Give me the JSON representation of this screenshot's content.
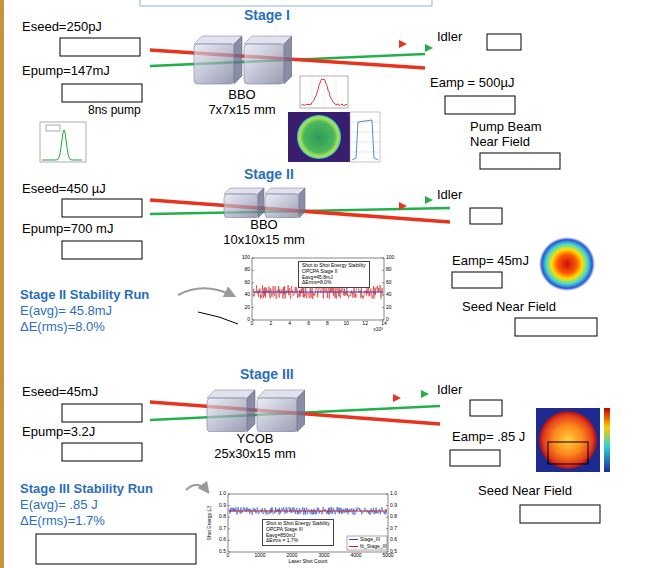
{
  "diagram": {
    "nodes": [
      {
        "text": [
          "BBO",
          "7x7x15 mm"
        ]
      },
      {
        "text": [
          "BBO",
          "10x10x15 mm"
        ]
      },
      {
        "text": [
          "Shot to Shot Energy Stability",
          "OPCPA Stage II",
          "Eavg=45.8mJ",
          "ΔErms=8.0%"
        ]
      },
      {
        "text": [
          "YCOB",
          "25x30x15 mm"
        ]
      },
      {
        "text": [
          "Shot to Shot Energy Stability",
          "OPCPA Stage III",
          "Eavg=850mJ",
          "ΔErms = 1.7%"
        ]
      }
    ],
    "labels": [
      "Stage I",
      "Eseed=250pJ",
      "Idler",
      "Epump=147mJ",
      "Eamp = 500µJ",
      "8ns pump",
      "Pump Beam Near Field",
      "Stage II",
      "Eseed=450 µJ",
      "Idler",
      "Epump=700 mJ",
      "Eamp= 45mJ",
      "Seed Near Field",
      "Stage II Stability Run",
      "E(avg)= 45.8mJ",
      "ΔE(rms)=8.0%",
      "100",
      "80",
      "60",
      "40",
      "20",
      "0",
      "100",
      "80",
      "60",
      "40",
      "20",
      "0",
      "0",
      "2",
      "4",
      "6",
      "8",
      "10",
      "12",
      "14",
      "x10³",
      "Stage III",
      "Eseed=45mJ",
      "Idler",
      "Epump=3.2J",
      "Eamp= .85 J",
      "Seed Near Field",
      "Stage III Stability Run",
      "E(avg)= .85 J",
      "ΔE(rms)=1.7%",
      "1.0",
      "0.9",
      "0.8",
      "0.7",
      "0.6",
      "0.5",
      "1.0",
      "0.9",
      "0.8",
      "0.7",
      "0.6",
      "0.5",
      "0",
      "1000",
      "2000",
      "3000",
      "4000",
      "5000",
      "Laser Shot Count",
      "Shot Energy (J)"
    ],
    "legend": [
      {
        "text": "Stage_III"
      },
      {
        "text": "fit_Stage_III"
      }
    ]
  }
}
